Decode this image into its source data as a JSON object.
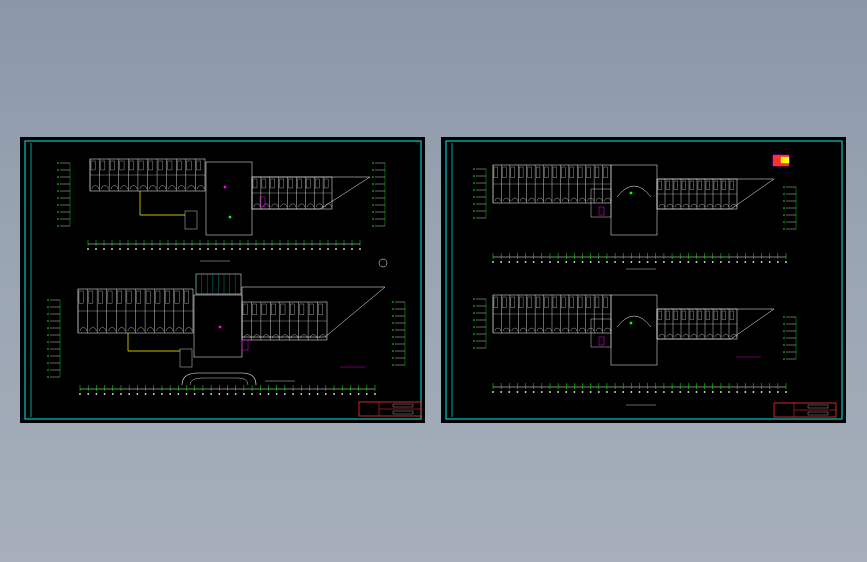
{
  "viewport": {
    "background": "#9aa5b3"
  },
  "sheets": [
    {
      "id": "left",
      "plans": [
        "upper-floor-plan",
        "ground-floor-plan"
      ],
      "title_block_present": true
    },
    {
      "id": "right",
      "plans": [
        "floor-plan-a",
        "floor-plan-b"
      ],
      "title_block_present": true,
      "logo_present": true
    }
  ],
  "colors": {
    "sheet_bg": "#000000",
    "frame": "#00c8c8",
    "lines": "#ffffff",
    "accent_yellow": "#ffff00",
    "accent_magenta": "#ff00ff",
    "accent_green": "#00ff00",
    "title_block": "#ff3030"
  }
}
